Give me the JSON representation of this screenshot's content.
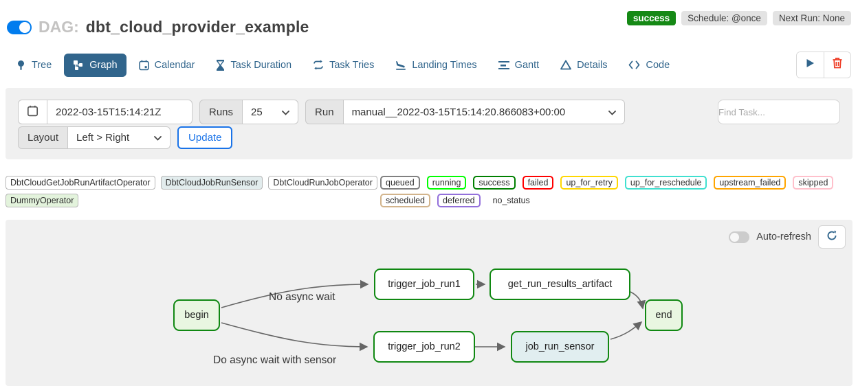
{
  "header": {
    "dag_prefix": "DAG:",
    "dag_title": "dbt_cloud_provider_example",
    "pause_toggle_on": true,
    "status_badge": "success",
    "schedule_badge": "Schedule: @once",
    "next_run_badge": "Next Run: None",
    "status_color": "#158915",
    "toggle_color": "#017cee"
  },
  "tabs": [
    {
      "label": "Tree",
      "active": false
    },
    {
      "label": "Graph",
      "active": true
    },
    {
      "label": "Calendar",
      "active": false
    },
    {
      "label": "Task Duration",
      "active": false
    },
    {
      "label": "Task Tries",
      "active": false
    },
    {
      "label": "Landing Times",
      "active": false
    },
    {
      "label": "Gantt",
      "active": false
    },
    {
      "label": "Details",
      "active": false
    },
    {
      "label": "Code",
      "active": false
    }
  ],
  "accent": {
    "tab_blue": "#31658c",
    "trash_red": "#ee3b24",
    "link_blue": "#1a73e8"
  },
  "filters": {
    "date_value": "2022-03-15T15:14:21Z",
    "runs_label": "Runs",
    "runs_value": "25",
    "run_label": "Run",
    "run_value": "manual__2022-03-15T15:14:20.866083+00:00",
    "find_task_placeholder": "Find Task...",
    "layout_label": "Layout",
    "layout_value": "Left > Right",
    "update_label": "Update"
  },
  "legend": {
    "operators": [
      {
        "label": "DbtCloudGetJobRunArtifactOperator",
        "bg": "#ffffff"
      },
      {
        "label": "DbtCloudJobRunSensor",
        "bg": "#e2eced"
      },
      {
        "label": "DbtCloudRunJobOperator",
        "bg": "#ffffff"
      },
      {
        "label": "DummyOperator",
        "bg": "#e3f3dc"
      }
    ],
    "statuses": [
      {
        "label": "queued",
        "border": "#808080"
      },
      {
        "label": "running",
        "border": "#00ff00"
      },
      {
        "label": "success",
        "border": "#008000"
      },
      {
        "label": "failed",
        "border": "#ff0000"
      },
      {
        "label": "up_for_retry",
        "border": "#ffd700"
      },
      {
        "label": "up_for_reschedule",
        "border": "#40e0d0"
      },
      {
        "label": "upstream_failed",
        "border": "#ffa500"
      },
      {
        "label": "skipped",
        "border": "#ffc0cb"
      },
      {
        "label": "scheduled",
        "border": "#d2b48c"
      },
      {
        "label": "deferred",
        "border": "#9370db"
      },
      {
        "label": "no_status",
        "border": "transparent"
      }
    ]
  },
  "graph": {
    "auto_refresh_label": "Auto-refresh",
    "auto_refresh_on": false,
    "nodes": [
      {
        "label": "begin",
        "bg": "#e9f6e1",
        "border": "#108812"
      },
      {
        "label": "trigger_job_run1",
        "bg": "#ffffff",
        "border": "#108812"
      },
      {
        "label": "get_run_results_artifact",
        "bg": "#ffffff",
        "border": "#108812"
      },
      {
        "label": "trigger_job_run2",
        "bg": "#ffffff",
        "border": "#108812"
      },
      {
        "label": "job_run_sensor",
        "bg": "#e1eef0",
        "border": "#108812"
      },
      {
        "label": "end",
        "bg": "#e9f6e1",
        "border": "#108812"
      }
    ],
    "edges": [
      {
        "from": "begin",
        "to": "trigger_job_run1",
        "label": "No async wait"
      },
      {
        "from": "trigger_job_run1",
        "to": "get_run_results_artifact",
        "label": ""
      },
      {
        "from": "get_run_results_artifact",
        "to": "end",
        "label": ""
      },
      {
        "from": "begin",
        "to": "trigger_job_run2",
        "label": "Do async wait with sensor"
      },
      {
        "from": "trigger_job_run2",
        "to": "job_run_sensor",
        "label": ""
      },
      {
        "from": "job_run_sensor",
        "to": "end",
        "label": ""
      }
    ]
  }
}
